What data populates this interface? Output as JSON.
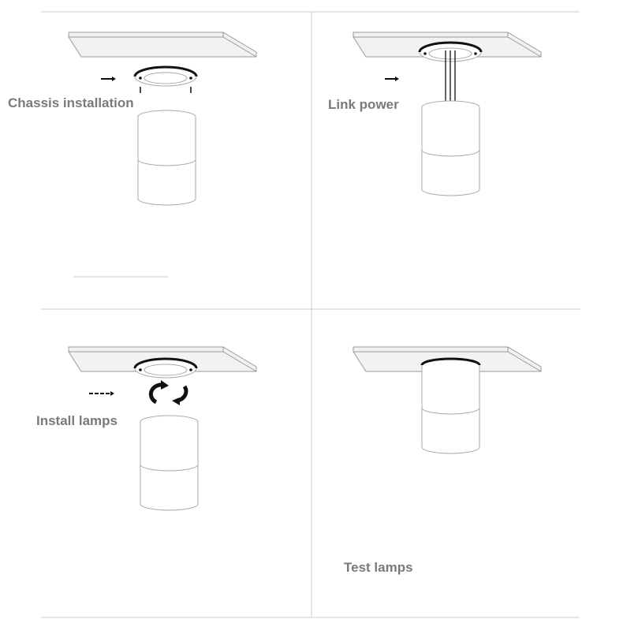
{
  "steps": [
    {
      "label": "Chassis installation"
    },
    {
      "label": "Link power"
    },
    {
      "label": "Install lamps"
    },
    {
      "label": "Test lamps"
    }
  ],
  "colors": {
    "line": "#bbbbbb",
    "text": "#7a7a7a",
    "ring": "#111111"
  }
}
